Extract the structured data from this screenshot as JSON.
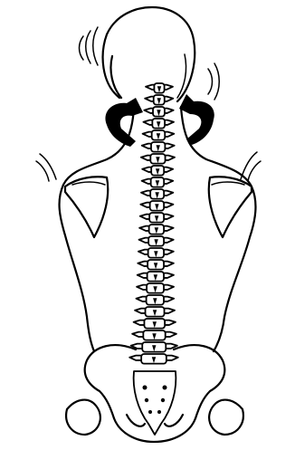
{
  "figure": {
    "subject": "spine",
    "colors": {
      "ink": "#000000",
      "background": "#ffffff"
    },
    "icons": [
      "rotation-arrow-left-icon",
      "rotation-arrow-right-icon",
      "motion-lines-icon"
    ],
    "cervical_vertebrae": 7,
    "thoracic_vertebrae": 12,
    "lumbar_vertebrae": 5
  }
}
